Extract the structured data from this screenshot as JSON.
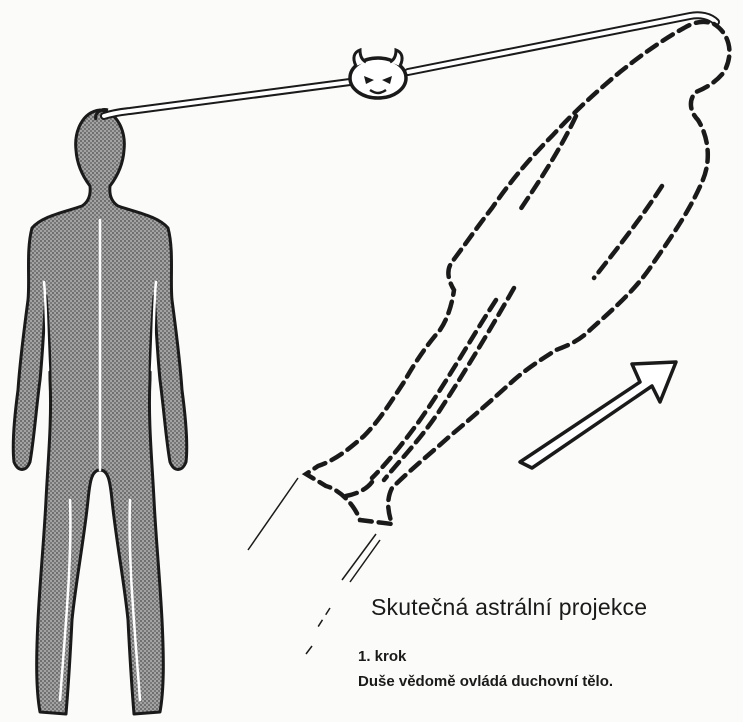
{
  "caption": {
    "title": "Skutečná astrální projekce",
    "step": "1. krok",
    "description": "Duše vědomě ovládá duchovní tělo."
  },
  "colors": {
    "ink": "#1a1a1a",
    "body_fill": "#8c8c8c",
    "cord_fill": "#ffffff",
    "paper": "#fbfbf9"
  },
  "icons": {
    "demon": "horned-face-icon",
    "arrow": "direction-arrow-icon"
  }
}
